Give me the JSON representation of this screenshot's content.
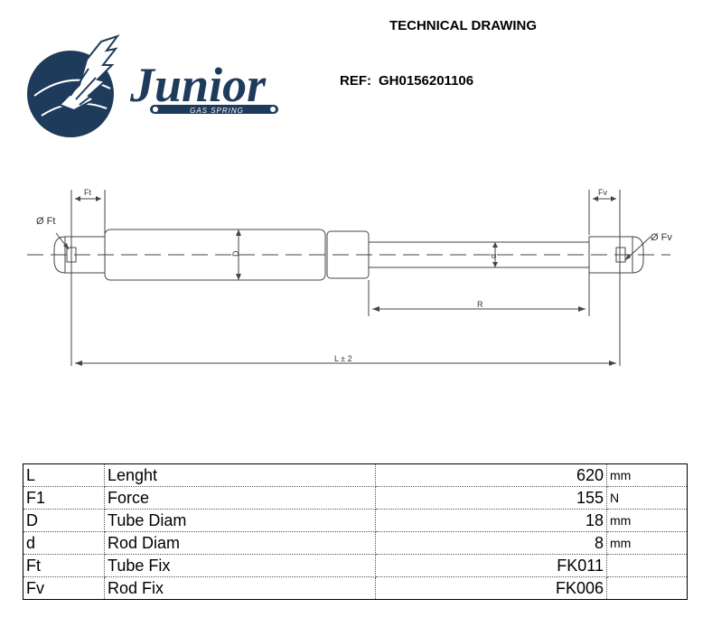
{
  "header": {
    "title": "TECHNICAL DRAWING",
    "ref_label": "REF:",
    "ref_value": "GH0156201106"
  },
  "logo": {
    "brand": "Junior",
    "tagline": "GAS SPRING",
    "color": "#1f3b5c"
  },
  "drawing": {
    "labels": {
      "ft": "Ft",
      "fv": "Fv",
      "phi_ft": "Ø Ft",
      "phi_fv": "Ø Fv",
      "r": "R",
      "l": "L ± 2",
      "D": "D",
      "d": "d"
    }
  },
  "spec_table": {
    "rows": [
      {
        "code": "L",
        "name": "Lenght",
        "value": "620",
        "unit": "mm"
      },
      {
        "code": "F1",
        "name": "Force",
        "value": "155",
        "unit": "N"
      },
      {
        "code": "D",
        "name": "Tube Diam",
        "value": "18",
        "unit": "mm"
      },
      {
        "code": "d",
        "name": "Rod Diam",
        "value": "8",
        "unit": "mm"
      },
      {
        "code": "Ft",
        "name": "Tube Fix",
        "value": "FK011",
        "unit": ""
      },
      {
        "code": "Fv",
        "name": "Rod Fix",
        "value": "FK006",
        "unit": ""
      }
    ]
  }
}
